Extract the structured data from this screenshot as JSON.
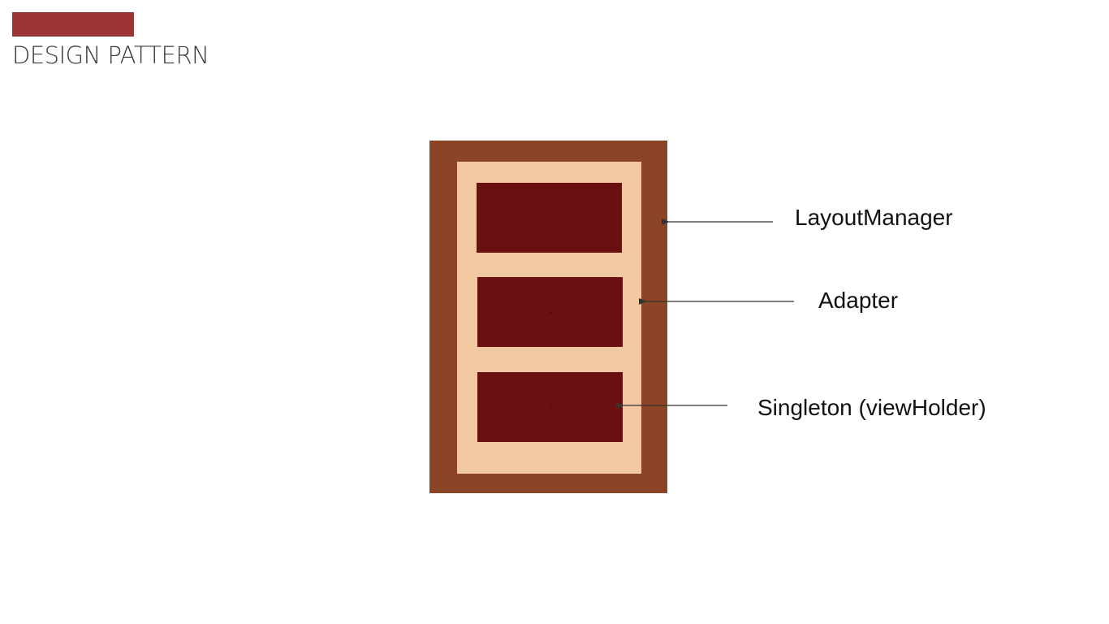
{
  "header": {
    "title": "DESIGN PATTERN",
    "accent_color": "#9b3535"
  },
  "diagram": {
    "colors": {
      "outer_frame": "#8b4426",
      "inner_frame": "#f2c8a2",
      "item": "#6a1010",
      "arrow": "#333333"
    },
    "labels": {
      "layout_manager": "LayoutManager",
      "adapter": "Adapter",
      "singleton": "Singleton (viewHolder)"
    }
  }
}
